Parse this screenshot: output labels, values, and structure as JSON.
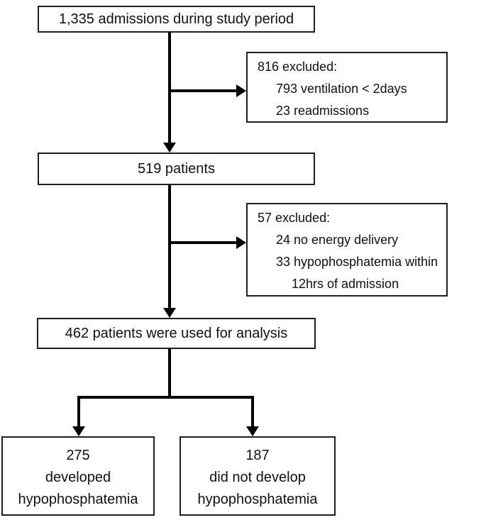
{
  "figure": {
    "background_color": "#ffffff",
    "arrow_color": "#000000",
    "box_border_color": "#1f1f1f",
    "text_color": "#111111"
  },
  "flowchart": {
    "admissions_box": {
      "text": "1,335 admissions during study period"
    },
    "excluded_box_1": {
      "lines": [
        "816 excluded:",
        "793 ventilation < 2days",
        "23 readmissions"
      ]
    },
    "patients_box": {
      "text": "519 patients"
    },
    "excluded_box_2": {
      "lines": [
        "57 excluded:",
        "24 no energy delivery",
        "33 hypophosphatemia within",
        "12hrs of admission"
      ]
    },
    "analysis_box": {
      "text": "462 patients were used for analysis"
    },
    "outcome_developed_box": {
      "lines": [
        "275",
        "developed",
        "hypophosphatemia"
      ]
    },
    "outcome_not_developed_box": {
      "lines": [
        "187",
        "did not develop",
        "hypophosphatemia"
      ]
    }
  }
}
